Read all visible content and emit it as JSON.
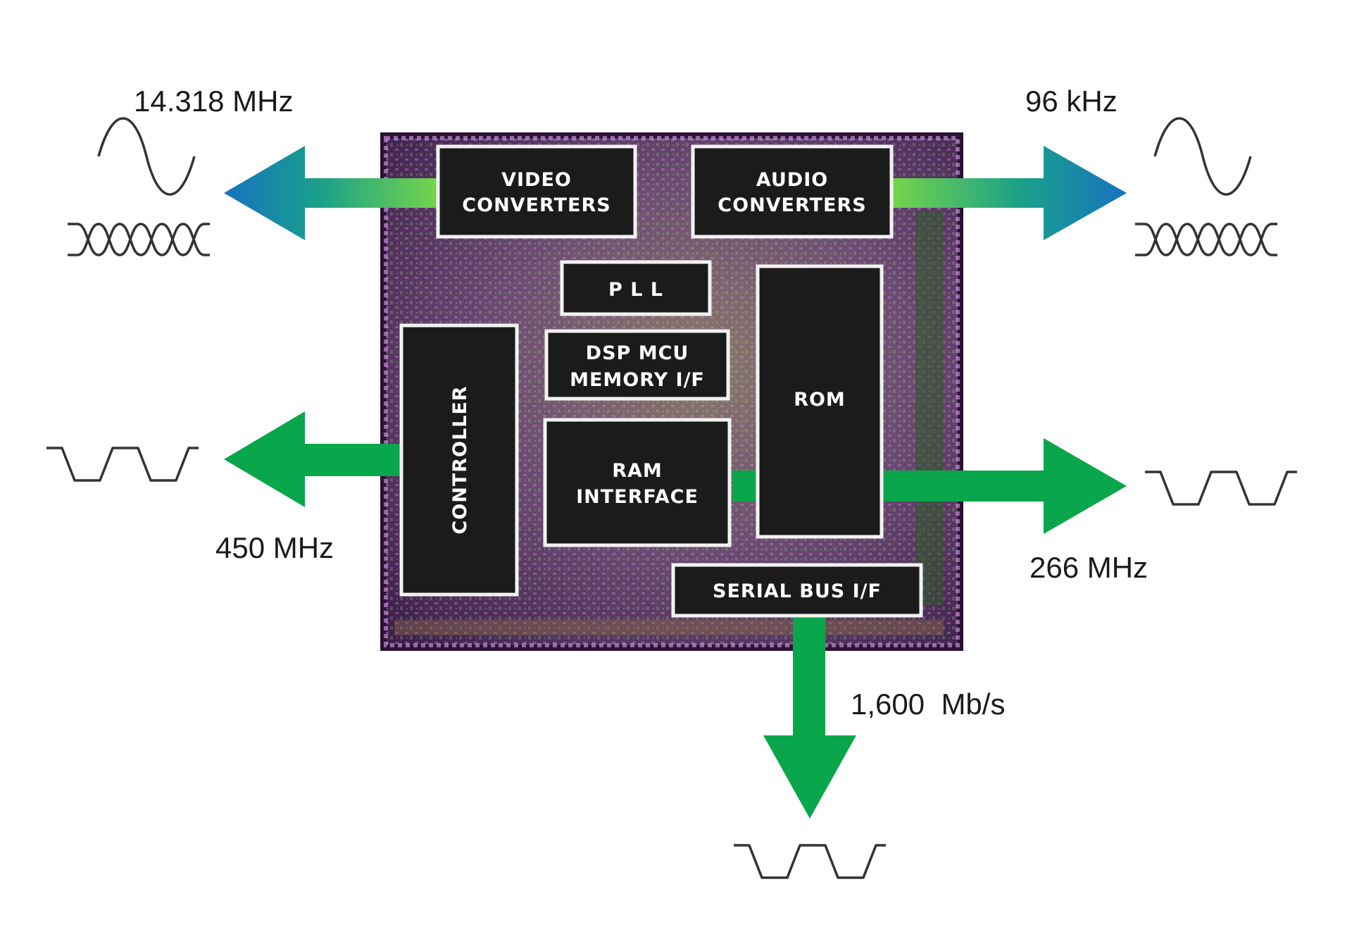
{
  "blocks": {
    "video": [
      "VIDEO",
      "CONVERTERS"
    ],
    "audio": [
      "AUDIO",
      "CONVERTERS"
    ],
    "pll": "P L L",
    "dsp": [
      "DSP MCU",
      "MEMORY I/F"
    ],
    "rom": "ROM",
    "controller": "CONTROLLER",
    "ram": [
      "RAM",
      "INTERFACE"
    ],
    "serial": "SERIAL BUS I/F"
  },
  "signals": {
    "video_freq": "14.318 MHz",
    "audio_freq": "96 kHz",
    "controller_freq": "450 MHz",
    "ram_freq": "266 MHz",
    "serial_rate": "1,600  Mb/s"
  },
  "colors": {
    "arrow_green": "#0aa64b",
    "arrow_blue": "#1a78b8",
    "arrow_light_green": "#6fd14a",
    "die_purple": "#5a2e6a",
    "block_fill": "#1b1b1b"
  }
}
